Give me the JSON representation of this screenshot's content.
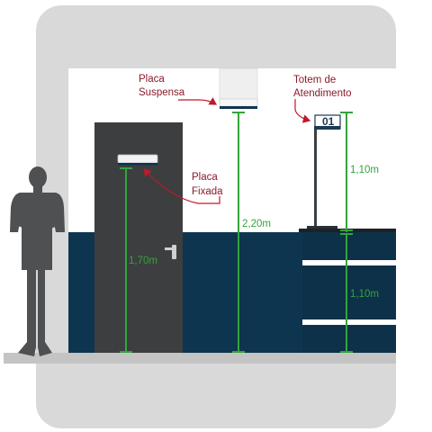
{
  "labels": {
    "hanging_sign_line1": "Placa",
    "hanging_sign_line2": "Suspensa",
    "totem_line1": "Totem de",
    "totem_line2": "Atendimento",
    "fixed_sign_line1": "Placa",
    "fixed_sign_line2": "Fixada"
  },
  "totem_number": "01",
  "measurements": {
    "fixed_sign_height": "1,70m",
    "hanging_sign_height": "2,20m",
    "totem_upper_height": "1,10m",
    "counter_height": "1,10m"
  },
  "colors": {
    "frame_gray": "#d9d9d9",
    "wall_navy": "#0e3550",
    "door_gray": "#3d3e40",
    "person_gray": "#4e5052",
    "measure_green": "#33a43c",
    "callout_red": "#c0182c",
    "counter_navy": "#0d3148"
  }
}
